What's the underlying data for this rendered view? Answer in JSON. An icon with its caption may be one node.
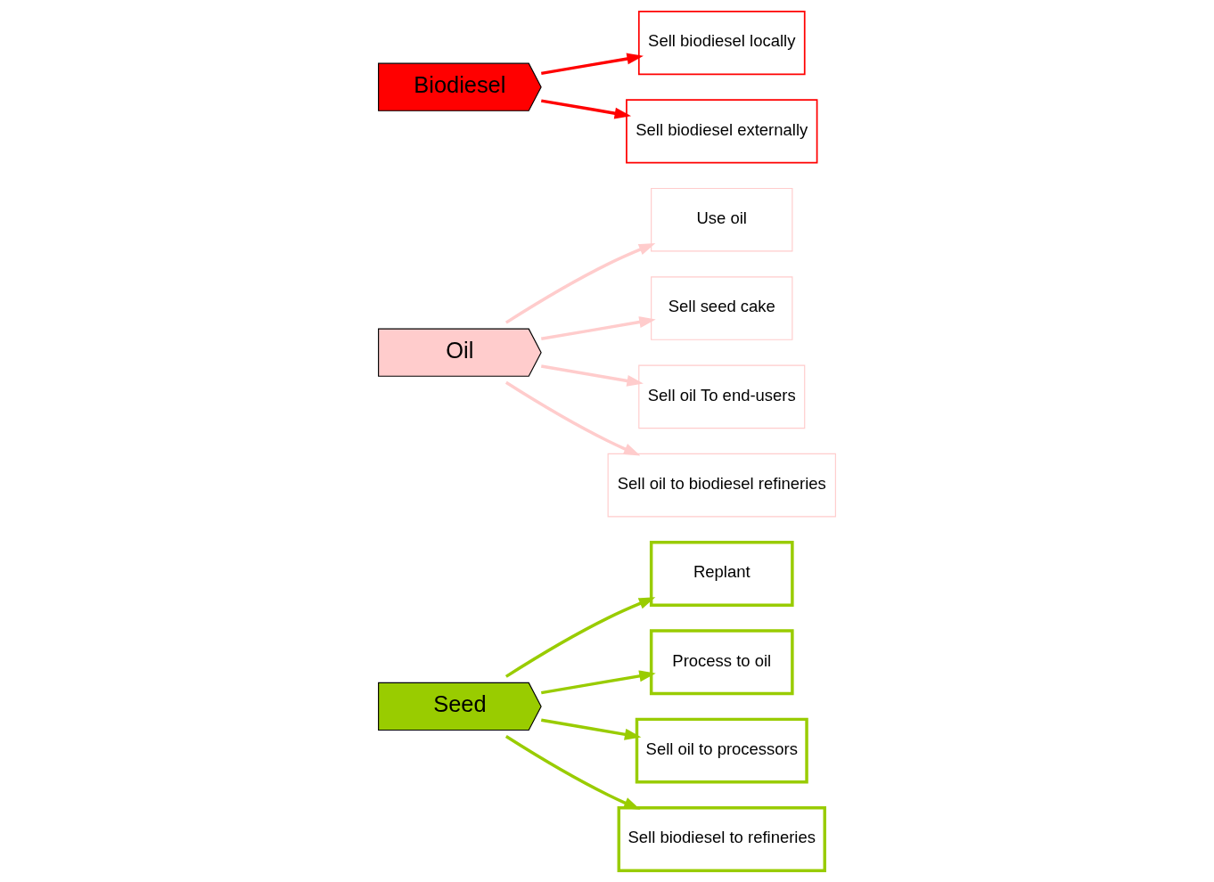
{
  "diagram": {
    "nodes": [
      {
        "text": [
          "Seed"
        ]
      },
      {
        "text": [
          "Replant"
        ]
      },
      {
        "text": [
          "Process to oil"
        ]
      },
      {
        "text": [
          "Sell oil to processors"
        ]
      },
      {
        "text": [
          "Sell biodiesel to refineries"
        ]
      },
      {
        "text": [
          "Oil"
        ]
      },
      {
        "text": [
          "Use oil"
        ]
      },
      {
        "text": [
          "Sell seed cake"
        ]
      },
      {
        "text": [
          "Sell oil To end-users"
        ]
      },
      {
        "text": [
          "Sell oil to biodiesel refineries"
        ]
      },
      {
        "text": [
          "Biodiesel"
        ]
      },
      {
        "text": [
          "Sell biodiesel locally"
        ]
      },
      {
        "text": [
          "Sell biodiesel externally"
        ]
      }
    ],
    "edges": [
      {
        "from": 0,
        "to": 1,
        "arrow": "to",
        "color": "#99cc00"
      },
      {
        "from": 0,
        "to": 2,
        "arrow": "to",
        "color": "#99cc00"
      },
      {
        "from": 0,
        "to": 3,
        "arrow": "to",
        "color": "#99cc00"
      },
      {
        "from": 0,
        "to": 4,
        "arrow": "to",
        "color": "#99cc00"
      },
      {
        "from": 5,
        "to": 6,
        "arrow": "to",
        "color": "#ffcccc"
      },
      {
        "from": 5,
        "to": 7,
        "arrow": "to",
        "color": "#ffcccc"
      },
      {
        "from": 5,
        "to": 8,
        "arrow": "to",
        "color": "#ffcccc"
      },
      {
        "from": 5,
        "to": 9,
        "arrow": "to",
        "color": "#ffcccc"
      },
      {
        "from": 10,
        "to": 11,
        "arrow": "to",
        "color": "#ff0000"
      },
      {
        "from": 10,
        "to": 12,
        "arrow": "to",
        "color": "#ff0000"
      }
    ]
  }
}
